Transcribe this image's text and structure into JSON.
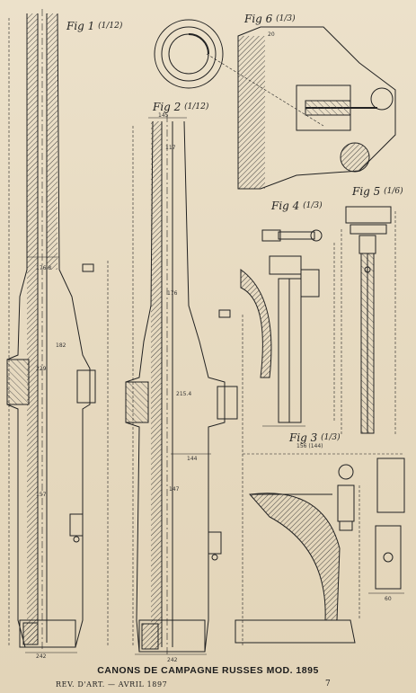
{
  "figures": [
    {
      "id": "fig1",
      "label": "Fig 1",
      "scale": "(1/12)"
    },
    {
      "id": "fig2",
      "label": "Fig 2",
      "scale": "(1/12)"
    },
    {
      "id": "fig3",
      "label": "Fig 3",
      "scale": "(1/3)"
    },
    {
      "id": "fig4",
      "label": "Fig 4",
      "scale": "(1/3)"
    },
    {
      "id": "fig5",
      "label": "Fig 5",
      "scale": "(1/6)"
    },
    {
      "id": "fig6",
      "label": "Fig 6",
      "scale": "(1/3)"
    }
  ],
  "caption": "CANONS DE CAMPAGNE RUSSES MOD. 1895",
  "footer_left": "REV. D'ART. — AVRIL 1897",
  "page_number": "7"
}
